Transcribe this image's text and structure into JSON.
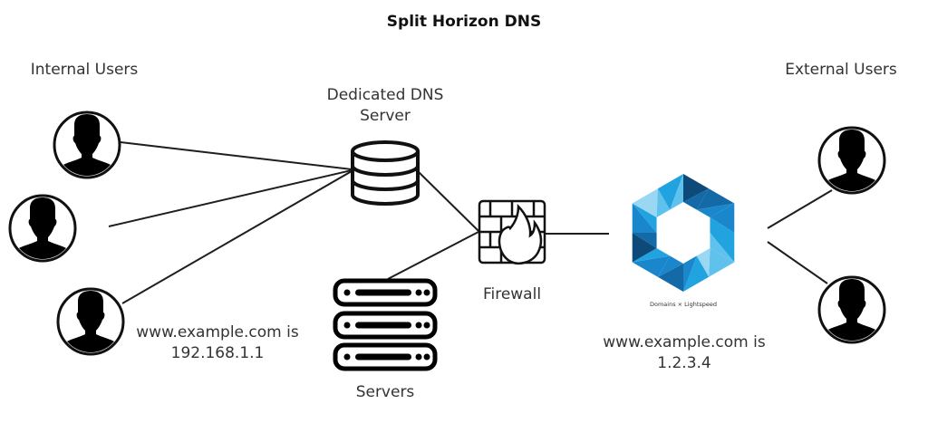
{
  "title": "Split Horizon DNS",
  "labels": {
    "internal_users": "Internal Users",
    "external_users": "External Users",
    "dns_server_line1": "Dedicated DNS",
    "dns_server_line2": "Server",
    "firewall": "Firewall",
    "servers": "Servers",
    "internal_resolution_line1": "www.example.com is",
    "internal_resolution_line2": "192.168.1.1",
    "external_resolution_line1": "www.example.com is",
    "external_resolution_line2": "1.2.3.4"
  },
  "logo": {
    "caption": "Domains × Lightspeed",
    "colors": [
      "#0d4a7a",
      "#136aa6",
      "#1a87cc",
      "#21a3e0",
      "#5ec2ec",
      "#9ad7f2"
    ]
  },
  "nodes": {
    "internal_users": [
      "user-1",
      "user-2",
      "user-3"
    ],
    "external_users": [
      "user-1",
      "user-2"
    ]
  }
}
